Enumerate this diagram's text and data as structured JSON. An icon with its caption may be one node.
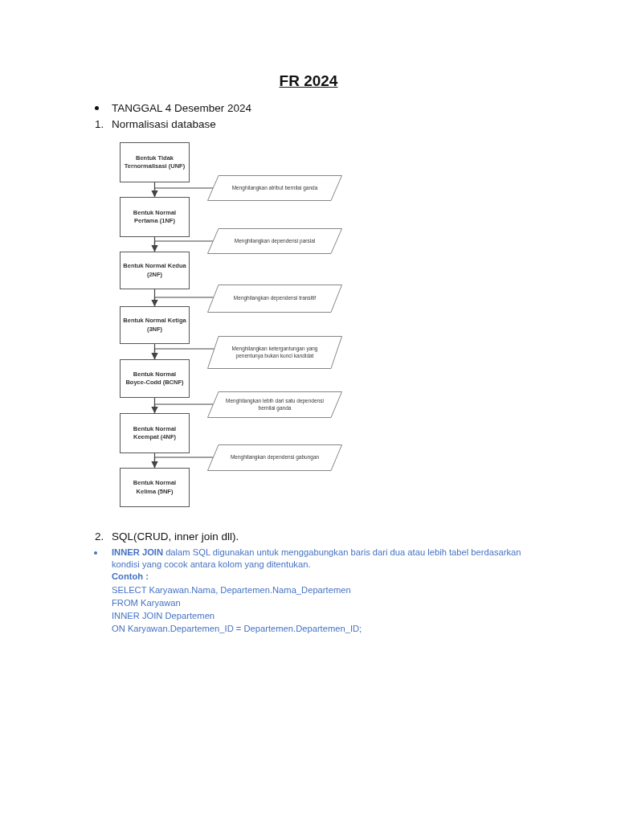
{
  "diagram": {
    "title": "FR 2024",
    "nodes": [
      {
        "text": [
          "Bentuk Tidak Ternormalisasi (UNF)"
        ]
      },
      {
        "text": [
          "Menghilangkan atribut bernilai ganda"
        ]
      },
      {
        "text": [
          "Bentuk Normal Pertama (1NF)"
        ]
      },
      {
        "text": [
          "Menghilangkan dependensi parsial"
        ]
      },
      {
        "text": [
          "Bentuk Normal Kedua (2NF)"
        ]
      },
      {
        "text": [
          "Menghilangkan dependensi transitif"
        ]
      },
      {
        "text": [
          "Bentuk Normal Ketiga (3NF)"
        ]
      },
      {
        "text": [
          "Menghilangkan ketergantungan yang penentunya bukan kunci kandidat"
        ]
      },
      {
        "text": [
          "Bentuk Normal Boyce-Codd (BCNF)"
        ]
      },
      {
        "text": [
          "Menghilangkan lebih dari satu dependensi bernilai ganda"
        ]
      },
      {
        "text": [
          "Bentuk Normal Keempat (4NF)"
        ]
      },
      {
        "text": [
          "Menghilangkan dependensi gabungan"
        ]
      },
      {
        "text": [
          "Bentuk Normal Kelima (5NF)"
        ]
      }
    ],
    "edges": [
      {
        "from": 0,
        "to": 2,
        "arrow": "to"
      },
      {
        "from": 1,
        "to": 2,
        "arrow": "to"
      },
      {
        "from": 2,
        "to": 4,
        "arrow": "to"
      },
      {
        "from": 3,
        "to": 4,
        "arrow": "to"
      },
      {
        "from": 4,
        "to": 6,
        "arrow": "to"
      },
      {
        "from": 5,
        "to": 6,
        "arrow": "to"
      },
      {
        "from": 6,
        "to": 8,
        "arrow": "to"
      },
      {
        "from": 7,
        "to": 8,
        "arrow": "to"
      },
      {
        "from": 8,
        "to": 10,
        "arrow": "to"
      },
      {
        "from": 9,
        "to": 10,
        "arrow": "to"
      },
      {
        "from": 10,
        "to": 12,
        "arrow": "to"
      },
      {
        "from": 11,
        "to": 12,
        "arrow": "to"
      }
    ],
    "labels": [
      "TANGGAL 4 Desember 2024",
      "1.",
      "Normalisasi database",
      "2.",
      "SQL(CRUD, inner join dll).",
      "**INNER JOIN** dalam SQL digunakan untuk menggabungkan baris dari dua atau lebih tabel berdasarkan kondisi yang cocok antara kolom yang ditentukan.",
      "Contoh :",
      "SELECT Karyawan.Nama, Departemen.Nama_Departemen",
      "FROM Karyawan",
      "INNER JOIN Departemen",
      "ON Karyawan.Departemen_ID = Departemen.Departemen_ID;"
    ]
  }
}
